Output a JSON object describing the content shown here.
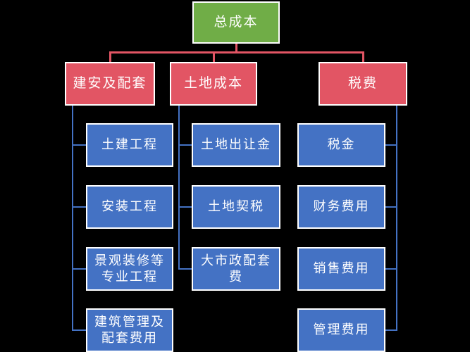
{
  "colors": {
    "background": "#000000",
    "root_fill": "#70AD47",
    "branch_fill": "#E25564",
    "leaf_fill": "#4472C4",
    "box_border": "#FFFFFF",
    "text": "#FFFFFF"
  },
  "tree": {
    "root": {
      "label": "总成本"
    },
    "branches": [
      {
        "label": "建安及配套",
        "children": [
          "土建工程",
          "安装工程",
          "景观装修等\n专业工程",
          "建筑管理及\n配套费用"
        ]
      },
      {
        "label": "土地成本",
        "children": [
          "土地出让金",
          "土地契税",
          "大市政配套\n费"
        ]
      },
      {
        "label": "税费",
        "children": [
          "税金",
          "财务费用",
          "销售费用",
          "管理费用"
        ]
      }
    ]
  }
}
